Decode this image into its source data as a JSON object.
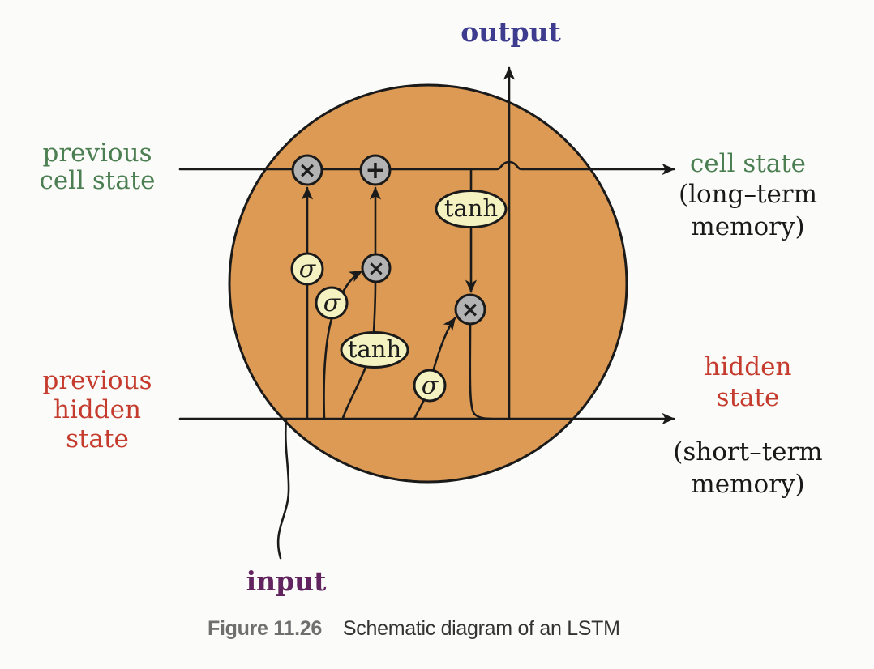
{
  "diagram": {
    "labels": {
      "output": "output",
      "input": "input",
      "prev_cell_state": "previous\ncell state",
      "prev_hidden_state": "previous\nhidden\nstate",
      "cell_state": "cell state",
      "cell_state_sub": "(long–term\nmemory)",
      "hidden_state": "hidden\nstate",
      "hidden_state_sub": "(short–term\nmemory)"
    },
    "gates": {
      "multiply": "×",
      "add": "+",
      "sigma": "σ",
      "tanh": "tanh"
    },
    "colors": {
      "cell_fill": "#dc9a55",
      "gate_gray": "#b3b3b3",
      "op_yellow": "#f5f2c1",
      "green": "#4b7e51",
      "red": "#c53c2e",
      "blue": "#3d3c8f",
      "purple": "#61245e",
      "line": "#1a1a1a"
    }
  },
  "caption": {
    "figure": "Figure 11.26",
    "text": "Schematic diagram of an LSTM"
  }
}
